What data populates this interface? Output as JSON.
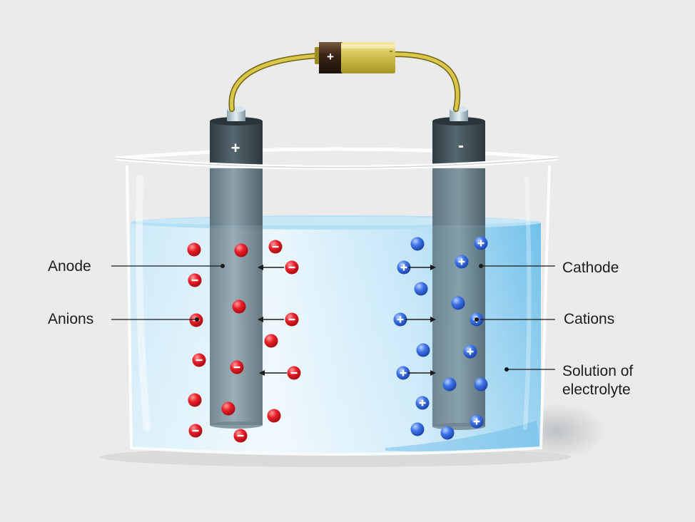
{
  "labels": {
    "anode": "Anode",
    "anions": "Anions",
    "cathode": "Cathode",
    "cations": "Cations",
    "solution_line1": "Solution of",
    "solution_line2": "electrolyte"
  },
  "signs": {
    "battery": "+",
    "anode_cap": "+",
    "cathode_cap": "-"
  },
  "colors": {
    "background": "#ebebec",
    "anion": "#e0141b",
    "cation": "#2f66e0",
    "electrode": "#4c5d66",
    "solution": "#a9d9f3",
    "wire": "#c9b53a"
  },
  "icons": {
    "anion_particle": "minus-sign",
    "cation_particle": "plus-sign"
  }
}
